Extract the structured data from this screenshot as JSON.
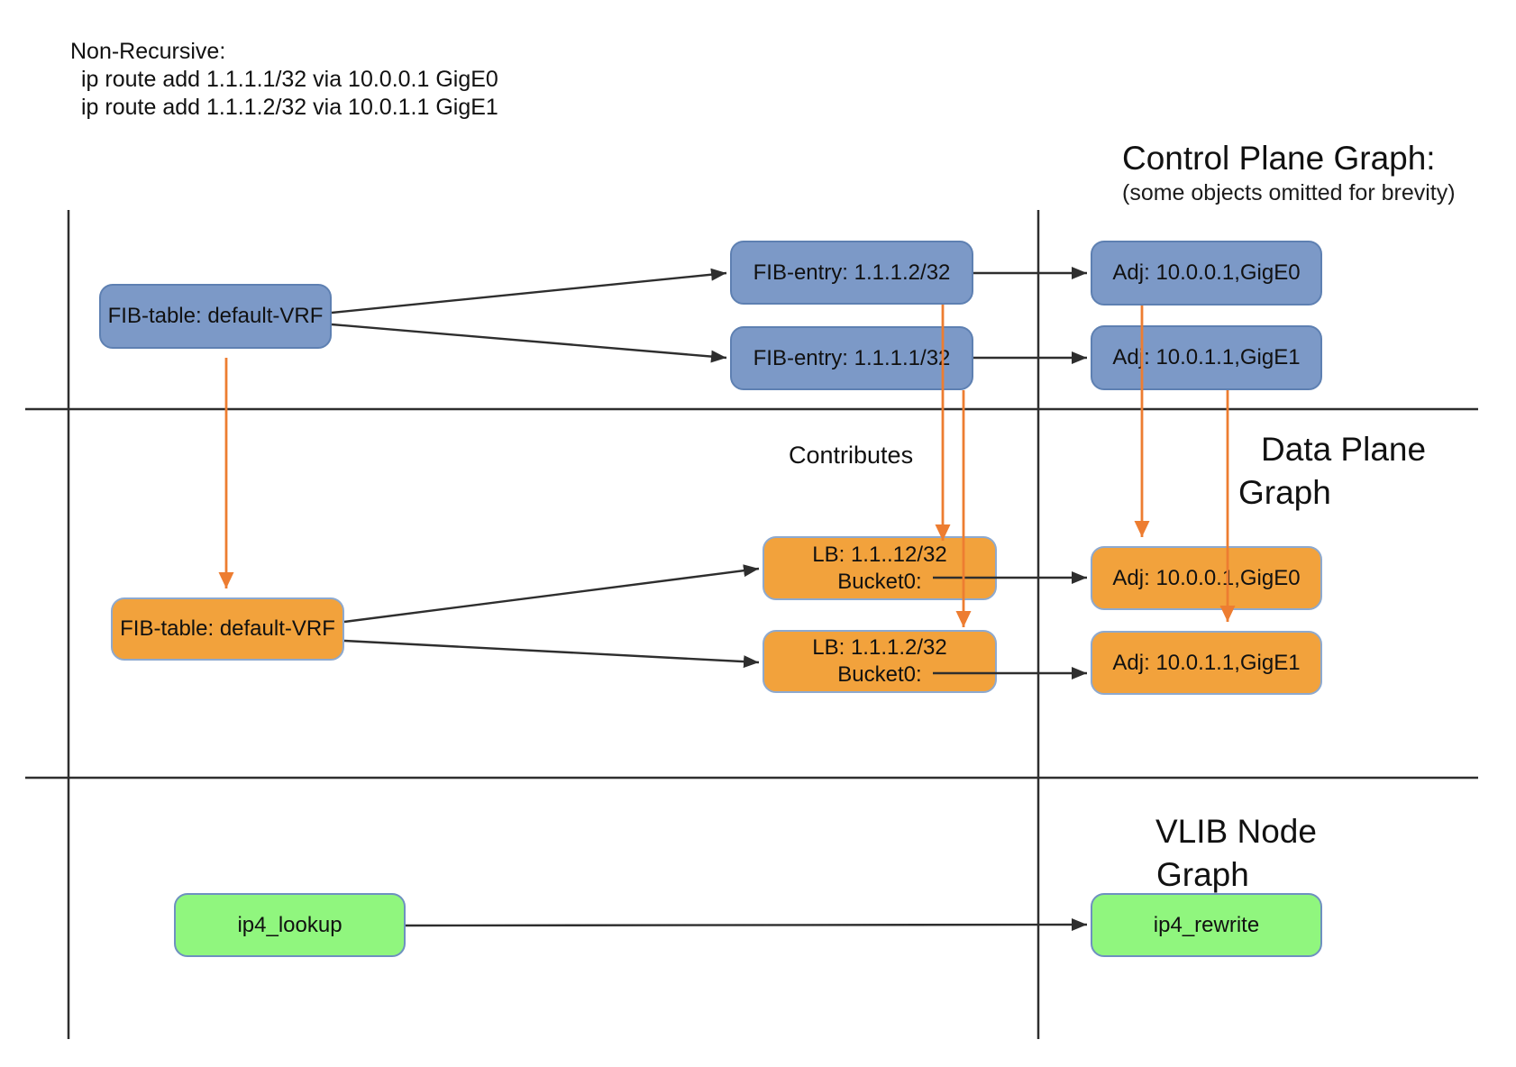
{
  "config": {
    "title": "Non-Recursive:",
    "commands": [
      "ip route add 1.1.1.1/32 via 10.0.0.1 GigE0",
      "ip route add 1.1.1.2/32 via 10.0.1.1 GigE1"
    ]
  },
  "sections": {
    "control_plane": {
      "title": "Control Plane Graph:",
      "subtitle": "(some objects omitted for brevity)"
    },
    "data_plane": {
      "title_line1": "Data Plane",
      "title_line2": "Graph",
      "contributes_label": "Contributes"
    },
    "vlib": {
      "title_line1": "VLIB Node",
      "title_line2": "Graph"
    }
  },
  "nodes": {
    "cp_fib_table": {
      "label": "FIB-table: default-VRF"
    },
    "cp_fib_entry_2": {
      "label": "FIB-entry: 1.1.1.2/32"
    },
    "cp_fib_entry_1": {
      "label": "FIB-entry: 1.1.1.1/32"
    },
    "cp_adj_0": {
      "label": "Adj: 10.0.0.1,GigE0"
    },
    "cp_adj_1": {
      "label": "Adj: 10.0.1.1,GigE1"
    },
    "dp_fib_table": {
      "label": "FIB-table: default-VRF"
    },
    "dp_lb_1": {
      "label_line1": "LB: 1.1..12/32",
      "label_line2": "Bucket0:"
    },
    "dp_lb_2": {
      "label_line1": "LB: 1.1.1.2/32",
      "label_line2": "Bucket0:"
    },
    "dp_adj_0": {
      "label": "Adj: 10.0.0.1,GigE0"
    },
    "dp_adj_1": {
      "label": "Adj: 10.0.1.1,GigE1"
    },
    "vlib_ip4_lookup": {
      "label": "ip4_lookup"
    },
    "vlib_ip4_rewrite": {
      "label": "ip4_rewrite"
    }
  },
  "colors": {
    "cp_fill": "#7C99C7",
    "cp_border": "#5E80B2",
    "dp_fill": "#F2A23C",
    "dp_border": "#8DA9CF",
    "vlib_fill": "#90F67E",
    "vlib_border": "#6E90C0",
    "arrow_orange": "#ED7D31",
    "line_dark": "#2E2E2E"
  }
}
